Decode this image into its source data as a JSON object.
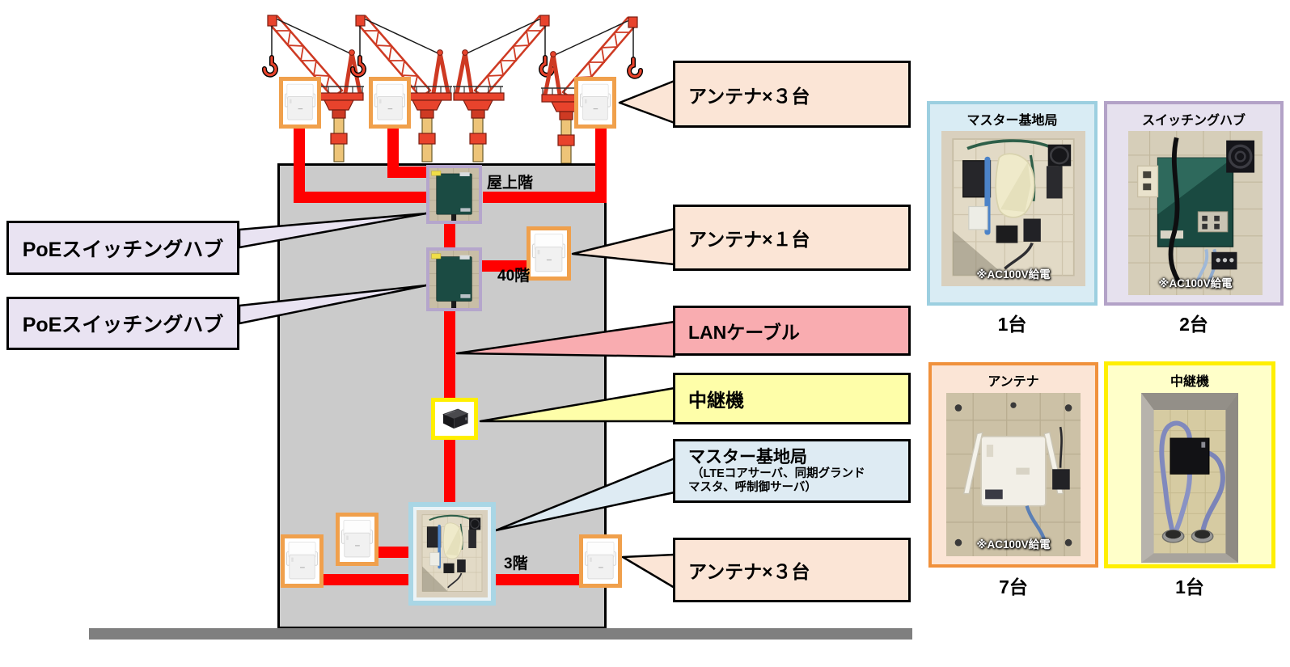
{
  "labels": {
    "floor_roof": "屋上階",
    "floor_40": "40階",
    "floor_3": "3階"
  },
  "callouts": {
    "antenna_top": "アンテナ×３台",
    "poe_hub_upper": "PoEスイッチングハブ",
    "poe_hub_lower": "PoEスイッチングハブ",
    "antenna_mid": "アンテナ×１台",
    "lan_cable": "LANケーブル",
    "repeater": "中継機",
    "master_title": "マスター基地局",
    "master_sub_line1": "（LTEコアサーバ、同期グランド",
    "master_sub_line2": "マスタ、呼制御サーバ）",
    "antenna_bottom": "アンテナ×３台"
  },
  "panels": {
    "master": {
      "title": "マスター基地局",
      "count": "1台",
      "note": "※AC100V給電"
    },
    "switching_hub": {
      "title": "スイッチングハブ",
      "count": "2台",
      "note": "※AC100V給電"
    },
    "antenna": {
      "title": "アンテナ",
      "count": "7台",
      "note": "※AC100V給電"
    },
    "repeater": {
      "title": "中継機",
      "count": "1台"
    }
  },
  "colors": {
    "cable_red": "#FF0000",
    "building_gray": "#CBCBCB",
    "ground_gray": "#7F7F7F",
    "callout_peach": "#FBE5D6",
    "callout_lavender": "#E9E3F2",
    "callout_pink": "#F9ACB0",
    "callout_yellow": "#FEFEA9",
    "callout_blue": "#DEEBF3",
    "frame_purple": "#B5A6CC",
    "frame_orange": "#F0A04C",
    "frame_blue": "#9CCFE0",
    "frame_yellow": "#FFEF00",
    "crane_red": "#E8432C"
  }
}
